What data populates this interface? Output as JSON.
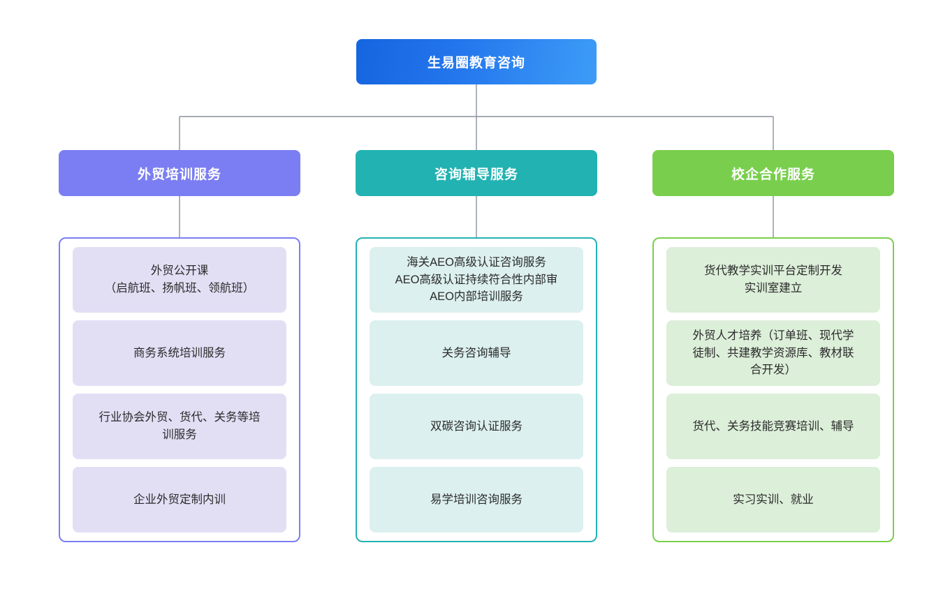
{
  "chart_data": {
    "type": "diagram",
    "diagram_type": "organizational-tree",
    "title": "生易圈教育咨询",
    "levels": 3,
    "root": {
      "label": "生易圈教育咨询",
      "color": "#2476ec"
    },
    "branches": [
      {
        "label": "外贸培训服务",
        "color": "#7b7ef2",
        "card_color": "#e2dff5",
        "items": [
          "外贸公开课\n（启航班、扬帆班、领航班）",
          "商务系统培训服务",
          "行业协会外贸、货代、关务等培\n训服务",
          "企业外贸定制内训"
        ]
      },
      {
        "label": "咨询辅导服务",
        "color": "#22b2b2",
        "card_color": "#dcf0ef",
        "items": [
          "海关AEO高级认证咨询服务\nAEO高级认证持续符合性内部审\nAEO内部培训服务",
          "关务咨询辅导",
          "双碳咨询认证服务",
          "易学培训咨询服务"
        ]
      },
      {
        "label": "校企合作服务",
        "color": "#79cf4d",
        "card_color": "#dcefd9",
        "items": [
          "货代教学实训平台定制开发\n实训室建立",
          "外贸人才培养（订单班、现代学\n徒制、共建教学资源库、教材联\n合开发）",
          "货代、关务技能竞赛培训、辅导",
          "实习实训、就业"
        ]
      }
    ],
    "connector_color": "#8a919c",
    "background": "#ffffff"
  }
}
